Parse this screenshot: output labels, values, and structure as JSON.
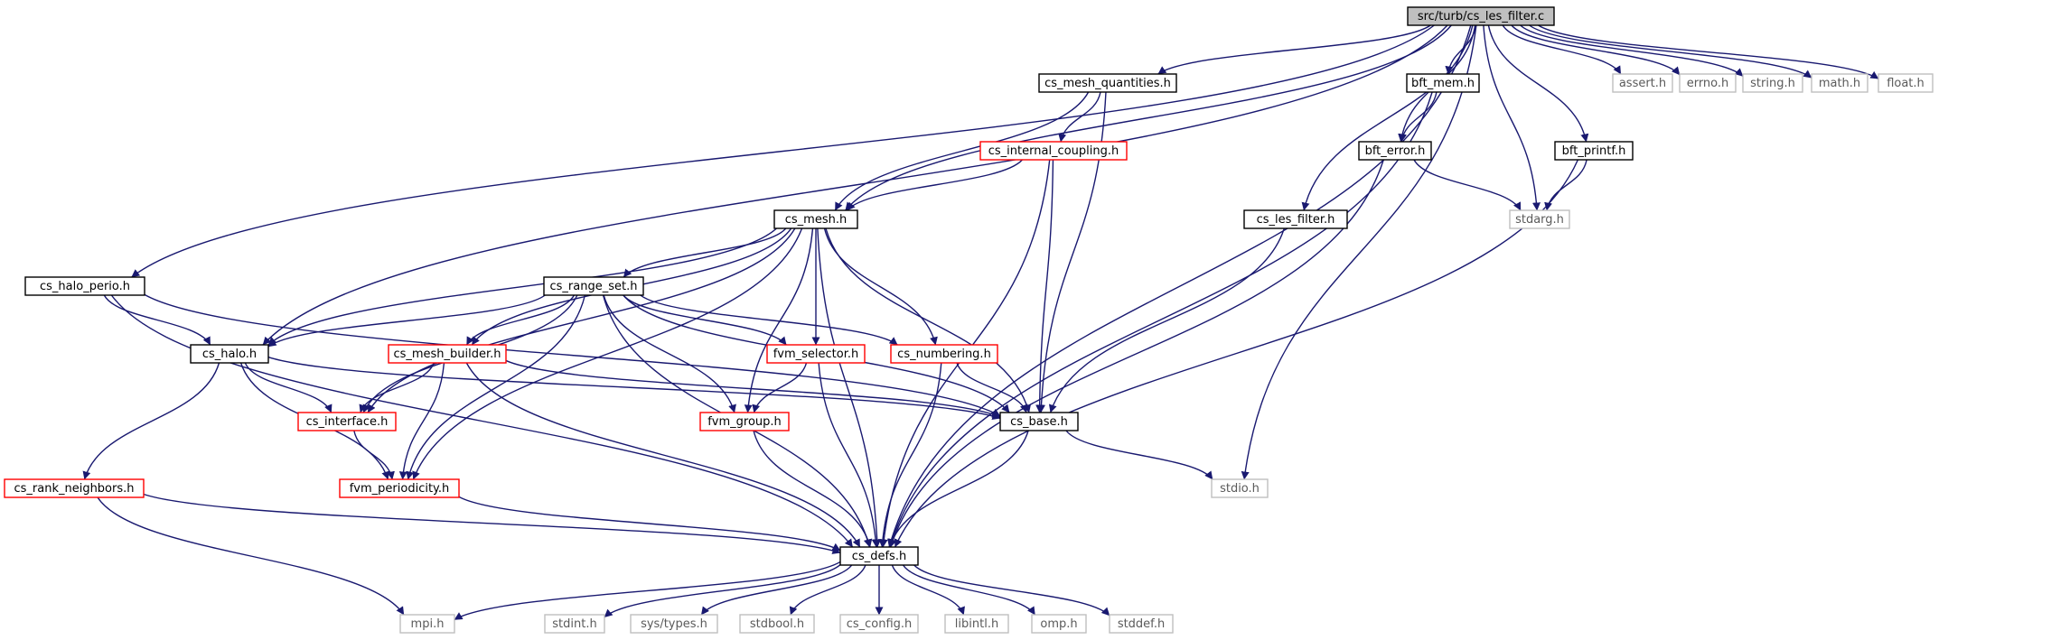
{
  "title": "src/turb/cs_les_filter.c",
  "colors": {
    "edge": "#191970",
    "root_fill": "#bfbfbf",
    "root_border": "#000000",
    "normal_border": "#000000",
    "linked_border": "#ff0000",
    "system_border": "#bfbfbf",
    "node_fill": "#ffffff"
  },
  "nodes": [
    {
      "id": "root",
      "label": "src/turb/cs_les_filter.c",
      "kind": "root"
    },
    {
      "id": "mesh_quantities",
      "label": "cs_mesh_quantities.h",
      "kind": "normal"
    },
    {
      "id": "bft_mem",
      "label": "bft_mem.h",
      "kind": "normal"
    },
    {
      "id": "assert",
      "label": "assert.h",
      "kind": "system"
    },
    {
      "id": "errno",
      "label": "errno.h",
      "kind": "system"
    },
    {
      "id": "string",
      "label": "string.h",
      "kind": "system"
    },
    {
      "id": "math",
      "label": "math.h",
      "kind": "system"
    },
    {
      "id": "float",
      "label": "float.h",
      "kind": "system"
    },
    {
      "id": "internal_coupling",
      "label": "cs_internal_coupling.h",
      "kind": "linked"
    },
    {
      "id": "bft_error",
      "label": "bft_error.h",
      "kind": "normal"
    },
    {
      "id": "bft_printf",
      "label": "bft_printf.h",
      "kind": "normal"
    },
    {
      "id": "stdarg",
      "label": "stdarg.h",
      "kind": "system"
    },
    {
      "id": "mesh",
      "label": "cs_mesh.h",
      "kind": "normal"
    },
    {
      "id": "les_filter",
      "label": "cs_les_filter.h",
      "kind": "normal"
    },
    {
      "id": "halo_perio",
      "label": "cs_halo_perio.h",
      "kind": "normal"
    },
    {
      "id": "range_set",
      "label": "cs_range_set.h",
      "kind": "normal"
    },
    {
      "id": "halo",
      "label": "cs_halo.h",
      "kind": "normal"
    },
    {
      "id": "mesh_builder",
      "label": "cs_mesh_builder.h",
      "kind": "linked"
    },
    {
      "id": "fvm_selector",
      "label": "fvm_selector.h",
      "kind": "linked"
    },
    {
      "id": "numbering",
      "label": "cs_numbering.h",
      "kind": "linked"
    },
    {
      "id": "interface",
      "label": "cs_interface.h",
      "kind": "linked"
    },
    {
      "id": "fvm_group",
      "label": "fvm_group.h",
      "kind": "linked"
    },
    {
      "id": "base",
      "label": "cs_base.h",
      "kind": "normal"
    },
    {
      "id": "rank_neighbors",
      "label": "cs_rank_neighbors.h",
      "kind": "linked"
    },
    {
      "id": "fvm_periodicity",
      "label": "fvm_periodicity.h",
      "kind": "linked"
    },
    {
      "id": "stdio",
      "label": "stdio.h",
      "kind": "system"
    },
    {
      "id": "defs",
      "label": "cs_defs.h",
      "kind": "normal"
    },
    {
      "id": "mpi",
      "label": "mpi.h",
      "kind": "system"
    },
    {
      "id": "stdint",
      "label": "stdint.h",
      "kind": "system"
    },
    {
      "id": "systypes",
      "label": "sys/types.h",
      "kind": "system"
    },
    {
      "id": "stdbool",
      "label": "stdbool.h",
      "kind": "system"
    },
    {
      "id": "config",
      "label": "cs_config.h",
      "kind": "system"
    },
    {
      "id": "libintl",
      "label": "libintl.h",
      "kind": "system"
    },
    {
      "id": "omp",
      "label": "omp.h",
      "kind": "system"
    },
    {
      "id": "stddef",
      "label": "stddef.h",
      "kind": "system"
    }
  ],
  "edges": [
    [
      "root",
      "mesh_quantities"
    ],
    [
      "root",
      "bft_mem"
    ],
    [
      "root",
      "assert"
    ],
    [
      "root",
      "errno"
    ],
    [
      "root",
      "string"
    ],
    [
      "root",
      "math"
    ],
    [
      "root",
      "float"
    ],
    [
      "root",
      "bft_error"
    ],
    [
      "root",
      "bft_printf"
    ],
    [
      "root",
      "stdarg"
    ],
    [
      "root",
      "mesh"
    ],
    [
      "root",
      "les_filter"
    ],
    [
      "root",
      "halo_perio"
    ],
    [
      "root",
      "halo"
    ],
    [
      "root",
      "stdio"
    ],
    [
      "root",
      "defs"
    ],
    [
      "mesh_quantities",
      "internal_coupling"
    ],
    [
      "mesh_quantities",
      "mesh"
    ],
    [
      "mesh_quantities",
      "base"
    ],
    [
      "internal_coupling",
      "mesh"
    ],
    [
      "internal_coupling",
      "base"
    ],
    [
      "internal_coupling",
      "defs"
    ],
    [
      "bft_mem",
      "bft_error"
    ],
    [
      "bft_mem",
      "defs"
    ],
    [
      "bft_error",
      "stdarg"
    ],
    [
      "bft_error",
      "defs"
    ],
    [
      "bft_printf",
      "stdarg"
    ],
    [
      "bft_printf",
      "defs"
    ],
    [
      "les_filter",
      "base"
    ],
    [
      "mesh",
      "range_set"
    ],
    [
      "mesh",
      "halo"
    ],
    [
      "mesh",
      "mesh_builder"
    ],
    [
      "mesh",
      "fvm_selector"
    ],
    [
      "mesh",
      "numbering"
    ],
    [
      "mesh",
      "interface"
    ],
    [
      "mesh",
      "fvm_group"
    ],
    [
      "mesh",
      "base"
    ],
    [
      "mesh",
      "fvm_periodicity"
    ],
    [
      "mesh",
      "defs"
    ],
    [
      "halo_perio",
      "halo"
    ],
    [
      "halo_perio",
      "base"
    ],
    [
      "halo_perio",
      "defs"
    ],
    [
      "range_set",
      "halo"
    ],
    [
      "range_set",
      "mesh_builder"
    ],
    [
      "range_set",
      "fvm_selector"
    ],
    [
      "range_set",
      "numbering"
    ],
    [
      "range_set",
      "interface"
    ],
    [
      "range_set",
      "fvm_group"
    ],
    [
      "range_set",
      "base"
    ],
    [
      "range_set",
      "fvm_periodicity"
    ],
    [
      "range_set",
      "defs"
    ],
    [
      "halo",
      "interface"
    ],
    [
      "halo",
      "base"
    ],
    [
      "halo",
      "rank_neighbors"
    ],
    [
      "halo",
      "fvm_periodicity"
    ],
    [
      "mesh_builder",
      "interface"
    ],
    [
      "mesh_builder",
      "base"
    ],
    [
      "mesh_builder",
      "fvm_periodicity"
    ],
    [
      "mesh_builder",
      "defs"
    ],
    [
      "fvm_selector",
      "fvm_group"
    ],
    [
      "fvm_selector",
      "defs"
    ],
    [
      "numbering",
      "base"
    ],
    [
      "numbering",
      "defs"
    ],
    [
      "interface",
      "fvm_periodicity"
    ],
    [
      "fvm_group",
      "defs"
    ],
    [
      "base",
      "stdio"
    ],
    [
      "base",
      "defs"
    ],
    [
      "rank_neighbors",
      "mpi"
    ],
    [
      "rank_neighbors",
      "defs"
    ],
    [
      "fvm_periodicity",
      "defs"
    ],
    [
      "defs",
      "mpi"
    ],
    [
      "defs",
      "stdint"
    ],
    [
      "defs",
      "systypes"
    ],
    [
      "defs",
      "stdbool"
    ],
    [
      "defs",
      "config"
    ],
    [
      "defs",
      "libintl"
    ],
    [
      "defs",
      "omp"
    ],
    [
      "defs",
      "stddef"
    ]
  ]
}
